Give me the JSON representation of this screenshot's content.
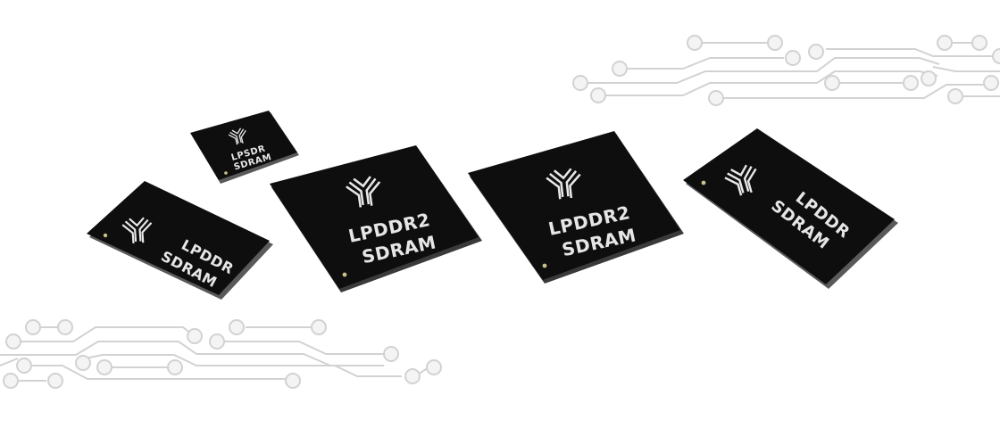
{
  "banner": {
    "background": "#ffffff",
    "circuit_color": "#cfcfcf",
    "chip_color": "#0d0d0d",
    "chip_edge_color": "#5a5a5a",
    "label_color": "#e6e6e6",
    "pin1_dot_color": "#c9c28a"
  },
  "chips": [
    {
      "id": "chip-1",
      "line1": "LPSDR",
      "line2": "SDRAM",
      "logo": "tri-arrow-logo"
    },
    {
      "id": "chip-2",
      "line1": "LPDDR",
      "line2": "SDRAM",
      "logo": "tri-arrow-logo"
    },
    {
      "id": "chip-3",
      "line1": "LPDDR2",
      "line2": "SDRAM",
      "logo": "tri-arrow-logo"
    },
    {
      "id": "chip-4",
      "line1": "LPDDR2",
      "line2": "SDRAM",
      "logo": "tri-arrow-logo"
    },
    {
      "id": "chip-5",
      "line1": "LPDDR",
      "line2": "SDRAM",
      "logo": "tri-arrow-logo"
    }
  ]
}
